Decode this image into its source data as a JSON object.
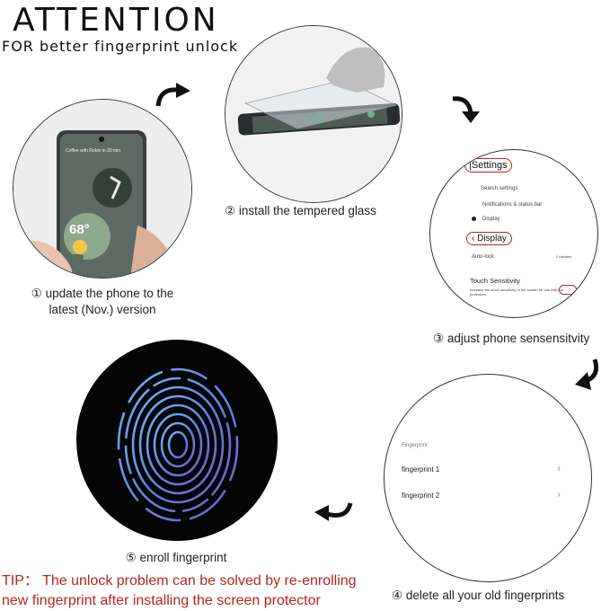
{
  "header": {
    "title": "ATTENTION",
    "subtitle": "FOR better fingerprint unlock"
  },
  "steps": [
    {
      "caption_line1": "① update the phone to the",
      "caption_line2": "latest (Nov.) version"
    },
    {
      "caption": "② install the tempered glass"
    },
    {
      "caption": "③ adjust phone sensensitvity"
    },
    {
      "caption": "④ delete all your old fingerprints"
    },
    {
      "caption": "⑤ enroll  fingerprint"
    }
  ],
  "phone_screen": {
    "notification": "Coffee with Robin in 30 min",
    "temperature": "68°"
  },
  "settings_screen": {
    "title": "Settings",
    "search": "Search settings",
    "item1": "Notifications & status bar",
    "item2": "Display",
    "sub_title": "Display",
    "auto_lock": "Auto-lock",
    "auto_lock_value": "2 minutes",
    "touch_title": "Touch Sensitivity",
    "touch_desc": "Increase the touch sensitivity of the screen for use with the protectors."
  },
  "fingerprint_screen": {
    "title": "Fingerprint",
    "item1": "fingerprint 1",
    "item2": "fingerprint 2"
  },
  "tip": {
    "line1": "TIP： The unlock problem can be solved by re-enrolling",
    "line2": "new fingerprint after installing the screen protector"
  },
  "colors": {
    "tip": "#b3261e",
    "highlight": "#b3261e",
    "fingerprint": "#5b7fe0",
    "fingerprint_bg": "#050505"
  }
}
